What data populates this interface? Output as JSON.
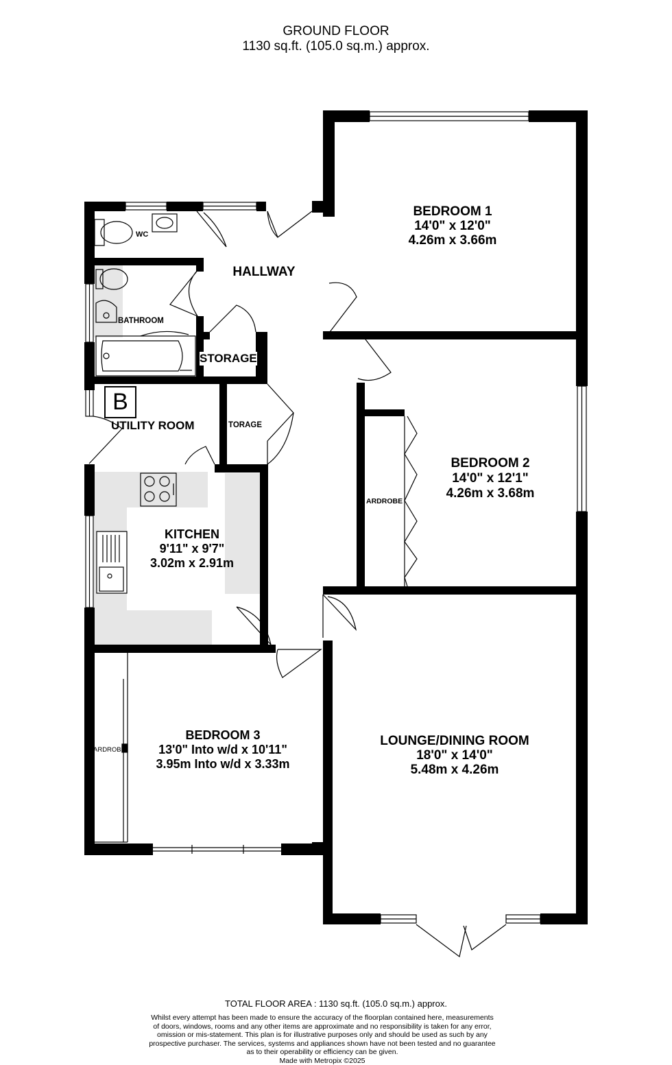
{
  "header": {
    "title": "GROUND FLOOR",
    "area": "1130 sq.ft. (105.0 sq.m.) approx."
  },
  "rooms": {
    "bedroom1": {
      "name": "BEDROOM 1",
      "imperial": "14'0\"  x 12'0\"",
      "metric": "4.26m  x 3.66m"
    },
    "bedroom2": {
      "name": "BEDROOM 2",
      "imperial": "14'0\"  x 12'1\"",
      "metric": "4.26m  x 3.68m"
    },
    "bedroom3": {
      "name": "BEDROOM 3",
      "imperial": "13'0\" Into w/d x 10'11\"",
      "metric": "3.95m Into w/d x 3.33m"
    },
    "kitchen": {
      "name": "KITCHEN",
      "imperial": "9'11\"  x 9'7\"",
      "metric": "3.02m  x 2.91m"
    },
    "lounge": {
      "name": "LOUNGE/DINING ROOM",
      "imperial": "18'0\"  x 14'0\"",
      "metric": "5.48m  x 4.26m"
    },
    "hallway": {
      "name": "HALLWAY"
    },
    "wc": {
      "name": "WC"
    },
    "bathroom": {
      "name": "BATHROOM"
    },
    "storage_large": {
      "name": "STORAGE"
    },
    "storage_small": {
      "name": "TORAGE"
    },
    "utility": {
      "name": "UTILITY ROOM"
    },
    "boiler": {
      "name": "B"
    },
    "wardrobe_bed2": {
      "name": "ARDROBE"
    },
    "wardrobe_bed3": {
      "name": "ARDROBE"
    }
  },
  "footer": {
    "total": "TOTAL FLOOR AREA : 1130 sq.ft. (105.0 sq.m.) approx.",
    "disclaimer_lines": [
      "Whilst every attempt has been made to ensure the accuracy of the floorplan contained here, measurements",
      "of doors, windows, rooms and any other items are approximate and no responsibility is taken for any error,",
      "omission or mis-statement. This plan is for illustrative purposes only and should be used as such by any",
      "prospective purchaser. The services, systems and appliances shown have not been tested and no guarantee",
      "as to their operability or efficiency can be given."
    ],
    "credit": "Made with Metropix ©2025"
  },
  "colors": {
    "wall": "#000000",
    "fixture_fill": "#e6e6e6",
    "background": "#ffffff"
  }
}
